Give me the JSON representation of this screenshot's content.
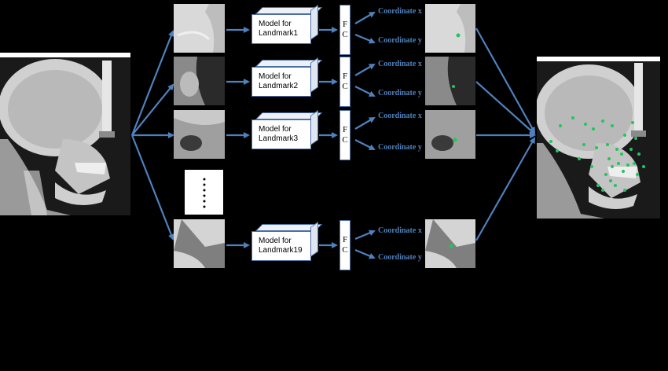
{
  "pipelines": [
    {
      "model_label": "Model for\nLandmark1",
      "fc_label": [
        "F",
        "C"
      ],
      "coord_x": "Coordinate x",
      "coord_y": "Coordinate y"
    },
    {
      "model_label": "Model for\nLandmark2",
      "fc_label": [
        "F",
        "C"
      ],
      "coord_x": "Coordinate x",
      "coord_y": "Coordinate y"
    },
    {
      "model_label": "Model for\nLandmark3",
      "fc_label": [
        "F",
        "C"
      ],
      "coord_x": "Coordinate x",
      "coord_y": "Coordinate y"
    },
    {
      "model_label": "Model for\nLandmark19",
      "fc_label": [
        "F",
        "C"
      ],
      "coord_x": "Coordinate x",
      "coord_y": "Coordinate y"
    }
  ],
  "ellipsis": "⋮",
  "colors": {
    "arrow": "#4f81bd",
    "landmark_dot": "#22c55e",
    "text_blue": "#4f81bd"
  }
}
